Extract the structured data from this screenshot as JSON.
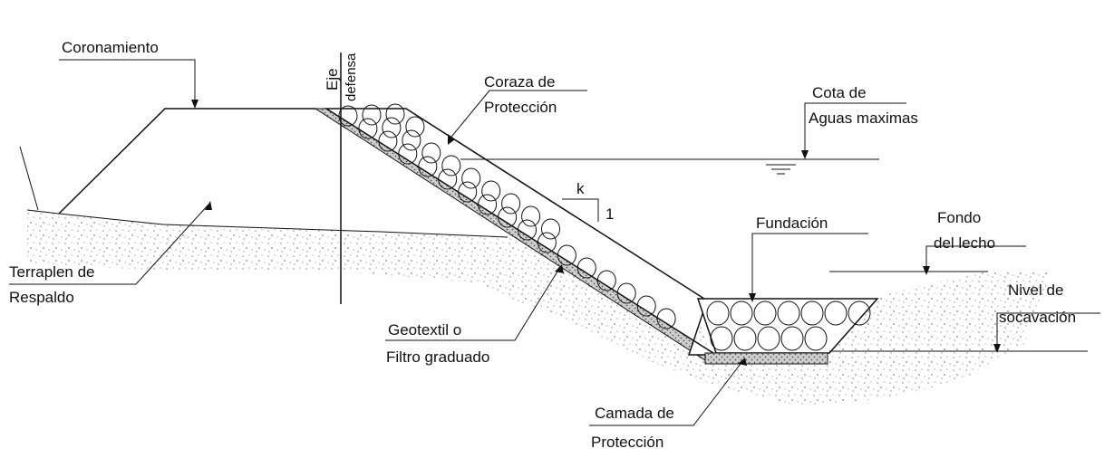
{
  "labels": {
    "coronamiento": "Coronamiento",
    "eje": "Eje",
    "defensa": "defensa",
    "coraza_1": "Coraza de",
    "coraza_2": "Protección",
    "cota_1": "Cota de",
    "cota_2": "Aguas maximas",
    "slope_k": "k",
    "slope_1": "1",
    "fundacion": "Fundación",
    "fondo_1": "Fondo",
    "fondo_2": "del lecho",
    "terraplen_1": "Terraplen de",
    "terraplen_2": "Respaldo",
    "nivel_1": "Nivel de",
    "nivel_2": "socavación",
    "geotextil_1": "Geotextil o",
    "geotextil_2": "Filtro graduado",
    "camada_1": "Camada de",
    "camada_2": "Protección"
  },
  "colors": {
    "line": "#111111",
    "soil_stipple": "#8a8a8a",
    "background": "#ffffff"
  }
}
